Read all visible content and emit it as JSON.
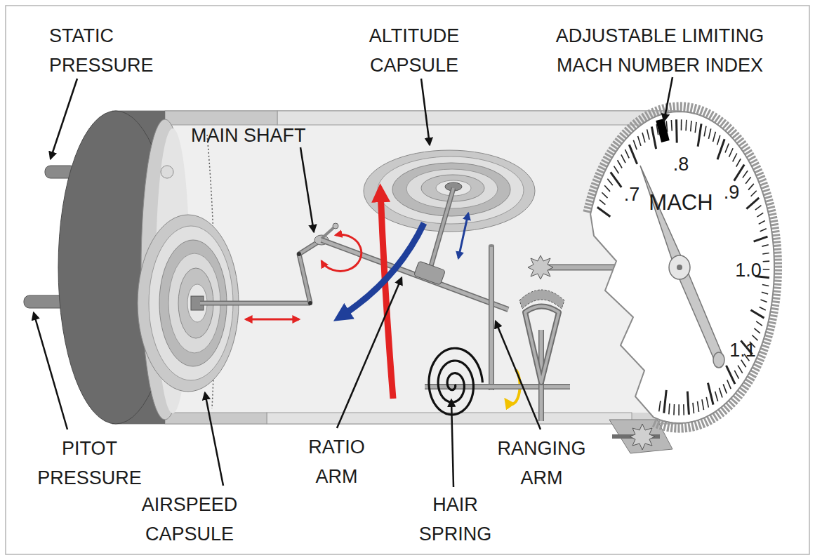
{
  "diagram": {
    "labels": [
      "STATIC PRESSURE",
      "ALTITUDE CAPSULE",
      "ADJUSTABLE LIMITING MACH NUMBER INDEX",
      "MAIN SHAFT",
      ".8",
      ".7",
      "MACH",
      ".9",
      "1.0",
      "1.1",
      "PITOT PRESSURE",
      "RATIO ARM",
      "RANGING ARM",
      "AIRSPEED CAPSULE",
      "HAIR SPRING"
    ]
  }
}
